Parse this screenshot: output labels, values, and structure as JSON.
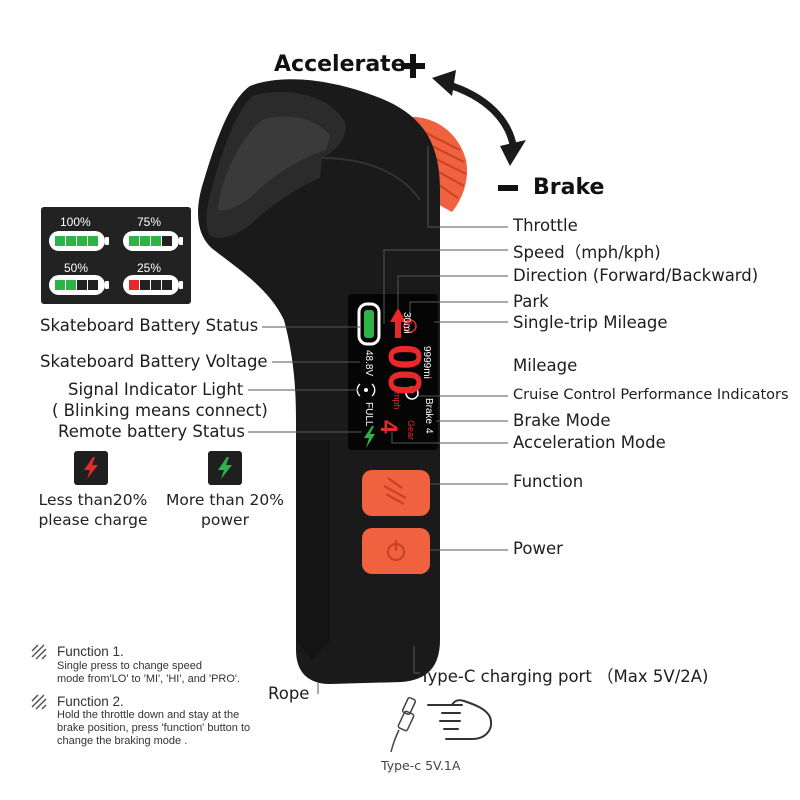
{
  "header": {
    "accelerate": "Accelerate",
    "brake": "Brake"
  },
  "colors": {
    "accent_orange": "#f0623f",
    "device_body": "#1a1a1a",
    "screen_red": "#e8282b",
    "battery_green": "#2db34a"
  },
  "labels_right": {
    "throttle": "Throttle",
    "speed": "Speed（mph/kph)",
    "direction": "Direction (Forward/Backward)",
    "park": "Park",
    "single_trip_mileage": "Single-trip Mileage",
    "mileage": "Mileage",
    "cruise_control": "Cruise Control Performance Indicators",
    "brake_mode": "Brake Mode",
    "acceleration_mode": "Acceleration Mode",
    "function": "Function",
    "power": "Power",
    "type_c_port": "Type-C charging port （Max 5V/2A)",
    "rope": "Rope"
  },
  "labels_left": {
    "skateboard_battery_status": "Skateboard Battery Status",
    "skateboard_battery_voltage": "Skateboard Battery Voltage",
    "signal_indicator_light": "Signal Indicator Light",
    "signal_indicator_note": "( Blinking means connect)",
    "remote_battery_status": "Remote battery Status"
  },
  "battery_levels": [
    {
      "label": "100%",
      "fill": 1.0,
      "color": "#2db34a"
    },
    {
      "label": "75%",
      "fill": 0.75,
      "color": "#2db34a"
    },
    {
      "label": "50%",
      "fill": 0.5,
      "color": "#2db34a"
    },
    {
      "label": "25%",
      "fill": 0.25,
      "color": "#e8282b"
    }
  ],
  "charge_legend": [
    {
      "icon": "lightning-red-icon",
      "line1": "Less than20%",
      "line2": "please charge"
    },
    {
      "icon": "lightning-green-icon",
      "line1": "More than 20%",
      "line2": "power"
    }
  ],
  "screen": {
    "trip": "30mi",
    "mileage": "9999mi",
    "voltage": "48.8V",
    "speed": "00",
    "speed_unit": "mph",
    "remote_batt": "FULL",
    "brake_label": "Brake",
    "brake_value": "4",
    "gear_label": "Gear",
    "gear_value": "4",
    "park_symbol": "P"
  },
  "notes": [
    {
      "title": "Function 1.",
      "lines": [
        "Single press to change speed",
        "mode from'LO' to 'MI', 'HI',  and 'PRO'."
      ]
    },
    {
      "title": "Function 2.",
      "lines": [
        "Hold the throttle down and stay at the",
        "brake position, press 'function' button to",
        "change the braking mode ."
      ]
    }
  ],
  "cable": {
    "caption": "Type-c  5V.1A"
  }
}
